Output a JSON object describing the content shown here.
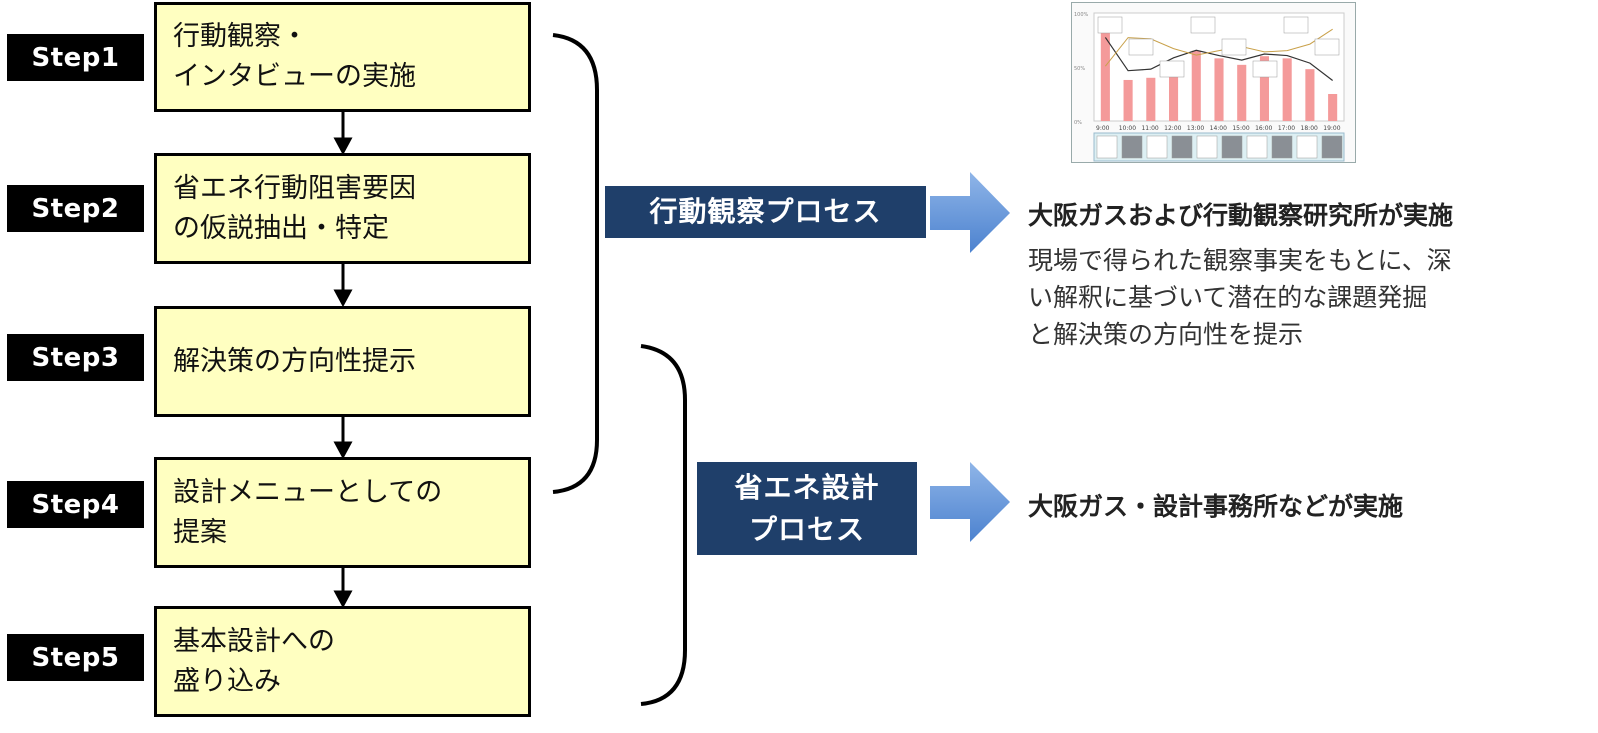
{
  "steps": [
    {
      "label": "Step1",
      "lines": [
        "行動観察・",
        "インタビューの実施"
      ]
    },
    {
      "label": "Step2",
      "lines": [
        "省エネ行動阻害要因",
        "の仮説抽出・特定"
      ]
    },
    {
      "label": "Step3",
      "lines": [
        "解決策の方向性提示"
      ]
    },
    {
      "label": "Step4",
      "lines": [
        "設計メニューとしての",
        "提案"
      ]
    },
    {
      "label": "Step5",
      "lines": [
        "基本設計への",
        "盛り込み"
      ]
    }
  ],
  "processes": [
    {
      "title_lines": [
        "行動観察プロセス"
      ],
      "heading": "大阪ガスおよび行動観察研究所が実施",
      "body_lines": [
        "現場で得られた観察事実をもとに、深",
        "い解釈に基づいて潜在的な課題発掘",
        "と解決策の方向性を提示"
      ]
    },
    {
      "title_lines": [
        "省エネ設計",
        "プロセス"
      ],
      "heading": "大阪ガス・設計事務所などが実施",
      "body_lines": []
    }
  ],
  "colors": {
    "step_box_fill": "#FFFFC1",
    "process_box_fill": "#1F3F6A",
    "arrow_fill": "#5B8ED4"
  },
  "thumbnail": {
    "type": "bar",
    "x_ticks": [
      "9:00",
      "10:00",
      "11:00",
      "12:00",
      "13:00",
      "14:00",
      "15:00",
      "16:00",
      "17:00",
      "18:00",
      "19:00"
    ],
    "y_ticks": [
      "100%",
      "50%",
      "0%"
    ],
    "values": [
      82,
      38,
      40,
      55,
      65,
      58,
      52,
      60,
      58,
      48,
      25
    ]
  }
}
